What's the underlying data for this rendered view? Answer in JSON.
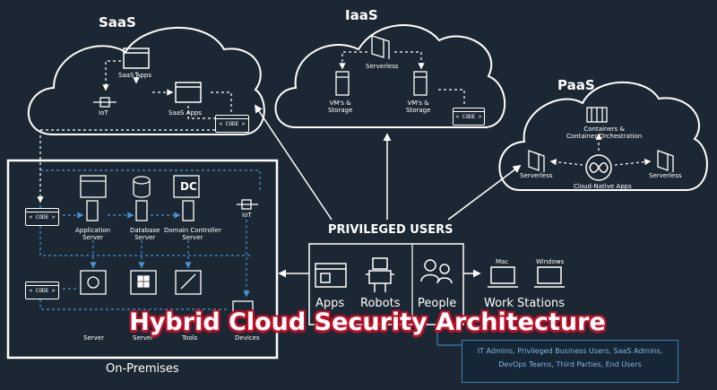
{
  "headline": "Hybrid Cloud Security Architecture",
  "saas": {
    "title": "SaaS",
    "apps1": "SaaS Apps",
    "apps2": "SaaS Apps",
    "iot": "IoT",
    "code": "< CODE >"
  },
  "iaas": {
    "title": "IaaS",
    "serverless": "Serverless",
    "vms1": "VM's &\nStorage",
    "vms2": "VM's &\nStorage",
    "code": "< CODE >"
  },
  "paas": {
    "title": "PaaS",
    "containers": "Containers &\nContainer Orchestration",
    "serverless_left": "Serverless",
    "serverless_right": "Serverless",
    "cloud_native": "Cloud-Native Apps"
  },
  "onprem": {
    "title": "On-Premises",
    "dc": "DC",
    "iot": "IoT",
    "app_server": "Application\nServer",
    "db_server": "Database\nServer",
    "dc_server": "Domain Controller\nServer",
    "server_linux": "Server",
    "server_windows": "Server",
    "tools": "Tools",
    "devices": "Devices",
    "code_top": "< CODE >",
    "code_bottom": "< CODE >"
  },
  "privileged": {
    "title": "PRIVILEGED USERS",
    "apps": "Apps",
    "robots": "Robots",
    "people": "People",
    "work_stations": "Work Stations",
    "mac": "Mac",
    "windows": "Windows"
  },
  "user_types": "IT Admins, Privileged Business Users, SaaS Admins, DevOps Teams, Third Parties, End Users",
  "colors": {
    "background": "#1b2834",
    "line": "#ffffff",
    "dashed_blue": "#4a8fd0",
    "headline_outline": "#c0102a",
    "list_text": "#8ab4e0"
  }
}
